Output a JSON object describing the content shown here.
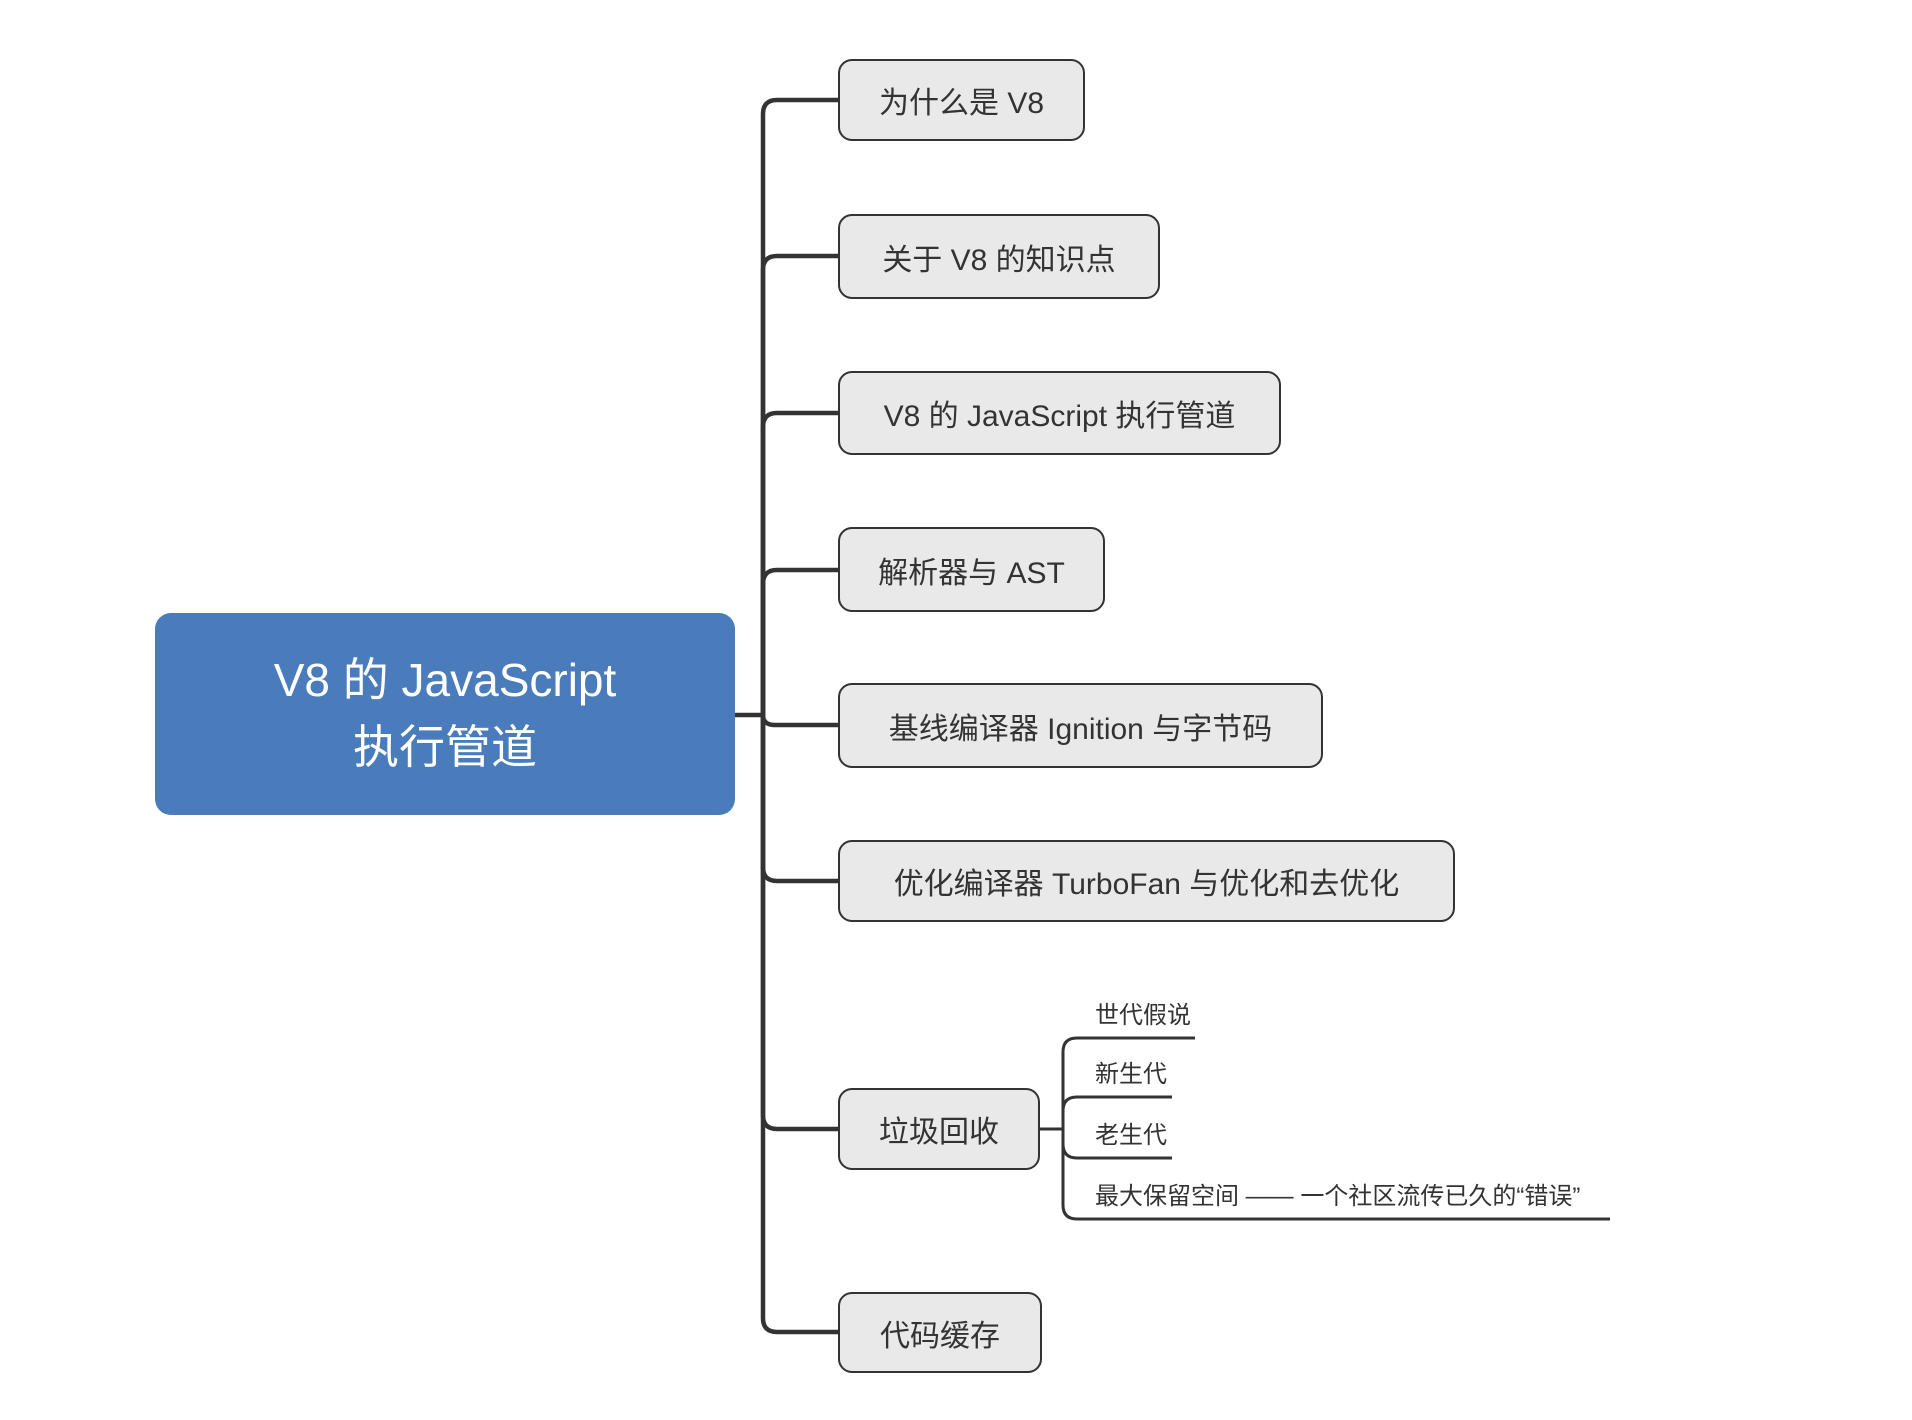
{
  "title": "V8 的 JavaScript 执行管道",
  "root": {
    "label": "V8 的 JavaScript 执行管道",
    "label_lines": [
      "V8 的 JavaScript",
      "执行管道"
    ]
  },
  "branches": [
    {
      "label": "为什么是 V8"
    },
    {
      "label": "关于 V8 的知识点"
    },
    {
      "label": "V8 的 JavaScript 执行管道"
    },
    {
      "label": "解析器与 AST"
    },
    {
      "label": "基线编译器 Ignition 与字节码"
    },
    {
      "label": "优化编译器 TurboFan 与优化和去优化"
    },
    {
      "label": "垃圾回收",
      "children": [
        {
          "label": "世代假说"
        },
        {
          "label": "新生代"
        },
        {
          "label": "老生代"
        },
        {
          "label": "最大保留空间 —— 一个社区流传已久的“错误”"
        }
      ]
    },
    {
      "label": "代码缓存"
    }
  ],
  "colors": {
    "root_fill": "#4A7CBB",
    "root_text": "#FFFFFF",
    "node_fill": "#E9E9E9",
    "node_border": "#333333",
    "node_text": "#333333",
    "line": "#333333",
    "background": "#FFFFFF"
  }
}
